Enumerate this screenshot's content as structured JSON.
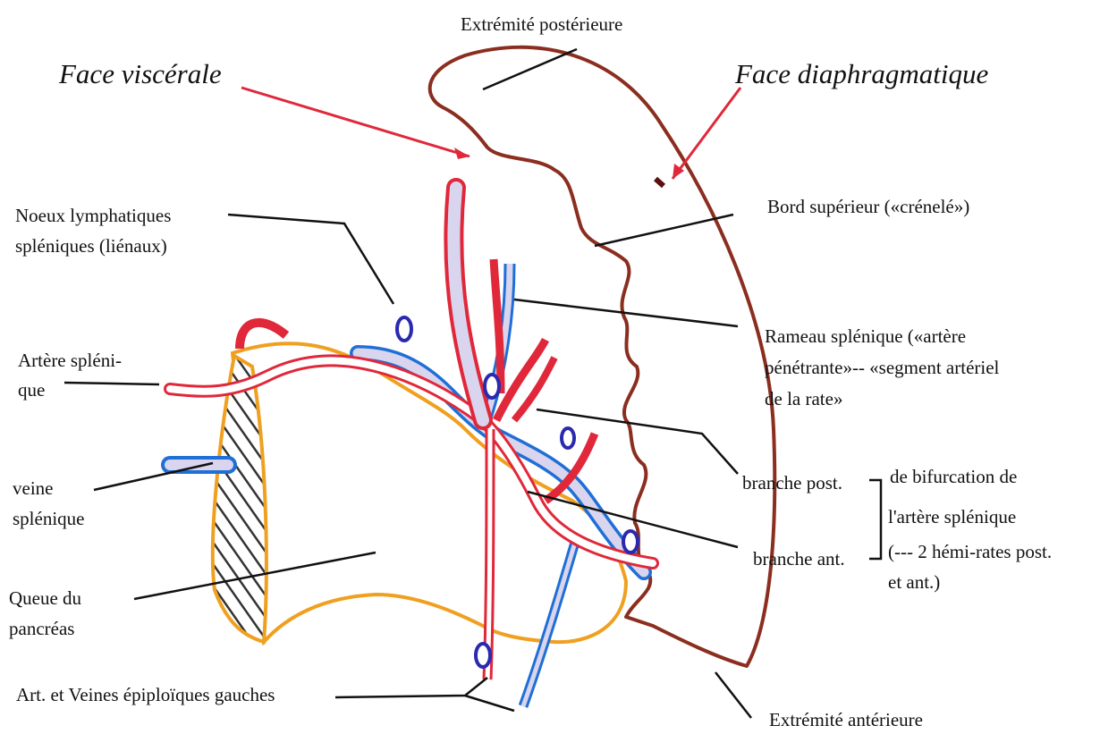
{
  "title_left": "Face viscérale",
  "title_right": "Face diaphragmatique",
  "labels": {
    "extremite_posterieure": "Extrémité postérieure",
    "bord_superieur": "Bord supérieur («crénelé»)",
    "noeux_line1": "Noeux lymphatiques",
    "noeux_line2": "spléniques (liénaux)",
    "rameau_line1": "Rameau splénique («artère",
    "rameau_line2": "pénétrante»-- «segment artériel",
    "rameau_line3": "de la rate»",
    "artere_line1": "Artère splénі-",
    "artere_line2": "que",
    "veine_line1": "veine",
    "veine_line2": "splénique",
    "branche_post": "branche post.",
    "branche_ant": "branche ant.",
    "bifurcation_line1": "de bifurcation de",
    "bifurcation_line2": "l'artère splénique",
    "bifurcation_line3": "(--- 2 hémi-rates post.",
    "bifurcation_line4": "et ant.)",
    "queue_line1": "Queue du",
    "queue_line2": "pancréas",
    "art_veines": "Art. et Veines épiploïques gauches",
    "extremite_anterieure": "Extrémité antérieure"
  },
  "colors": {
    "spleen_outline": "#8b2e1f",
    "artery": "#e0283a",
    "vein": "#1f6fd6",
    "pancreas": "#f0a020",
    "vessel_fill": "#d9d5ee",
    "leader": "#111111",
    "arrow": "#e0283a"
  }
}
